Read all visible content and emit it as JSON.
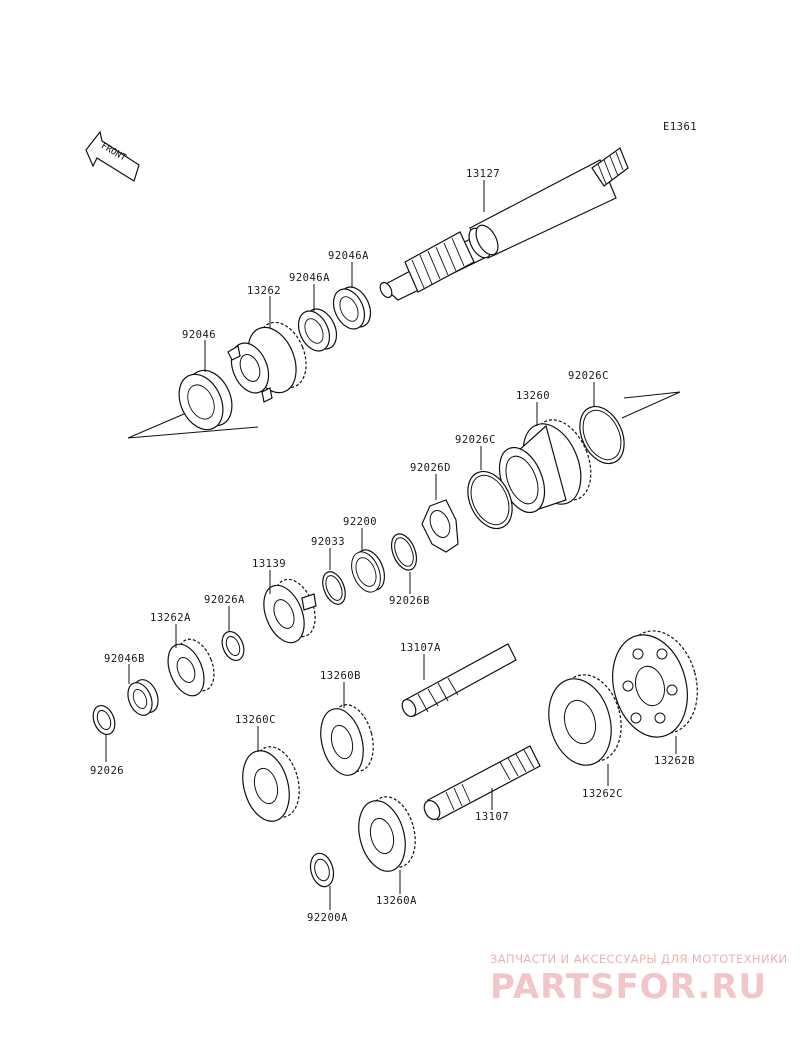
{
  "diagram_code": "E1361",
  "front_label": "FRONT",
  "watermark": {
    "line1": "ЗАПЧАСТИ И АКСЕССУАРЫ ДЛЯ МОТОТЕХНИКИ",
    "line2": "PARTSFOR.RU",
    "color": "#e9b3b6"
  },
  "parts": [
    {
      "id": "p13127",
      "label": "13127"
    },
    {
      "id": "p92046A_1",
      "label": "92046A"
    },
    {
      "id": "p92046A_2",
      "label": "92046A"
    },
    {
      "id": "p13262",
      "label": "13262"
    },
    {
      "id": "p92046",
      "label": "92046"
    },
    {
      "id": "p92026C_1",
      "label": "92026C"
    },
    {
      "id": "p13260",
      "label": "13260"
    },
    {
      "id": "p92026C_2",
      "label": "92026C"
    },
    {
      "id": "p92026D",
      "label": "92026D"
    },
    {
      "id": "p92200",
      "label": "92200"
    },
    {
      "id": "p92033",
      "label": "92033"
    },
    {
      "id": "p92026B",
      "label": "92026B"
    },
    {
      "id": "p13139",
      "label": "13139"
    },
    {
      "id": "p92026A",
      "label": "92026A"
    },
    {
      "id": "p13262A",
      "label": "13262A"
    },
    {
      "id": "p92046B",
      "label": "92046B"
    },
    {
      "id": "p92026",
      "label": "92026"
    },
    {
      "id": "p13107A",
      "label": "13107A"
    },
    {
      "id": "p13260B",
      "label": "13260B"
    },
    {
      "id": "p13260C",
      "label": "13260C"
    },
    {
      "id": "p13262B",
      "label": "13262B"
    },
    {
      "id": "p13262C",
      "label": "13262C"
    },
    {
      "id": "p13107",
      "label": "13107"
    },
    {
      "id": "p13260A",
      "label": "13260A"
    },
    {
      "id": "p92200A",
      "label": "92200A"
    }
  ]
}
